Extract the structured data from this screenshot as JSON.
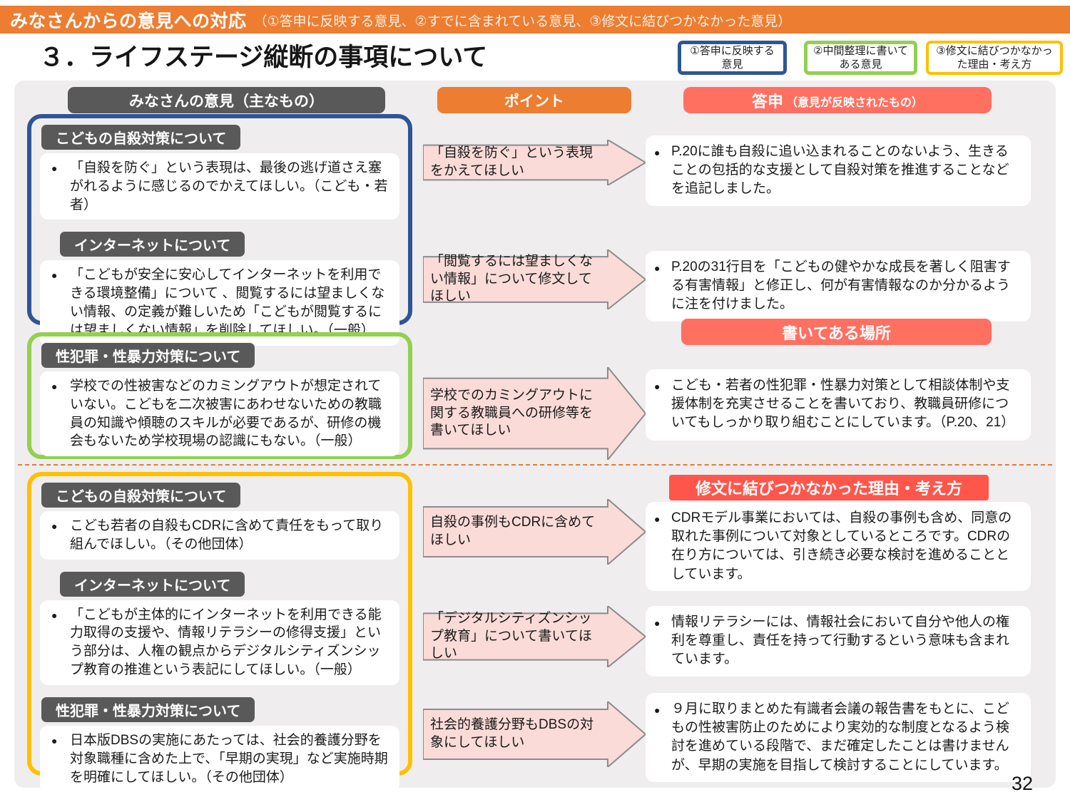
{
  "banner": {
    "title": "みなさんからの意見への対応",
    "subtitle": "（①答申に反映する意見、②すでに含まれている意見、③修文に結びつかなかった意見）"
  },
  "page_title": "３．ライフステージ縦断の事項について",
  "legend": [
    {
      "label": "①答申に反映する意見",
      "color": "#2F5597"
    },
    {
      "label": "②中間整理に書いてある意見",
      "color": "#92D050"
    },
    {
      "label": "③修文に結びつかなかった理由・考え方",
      "color": "#FFC000"
    }
  ],
  "columns": {
    "opinions_header": "みなさんの意見（主なもの）",
    "points_header": "ポイント",
    "reply_header_main": "答申",
    "reply_header_sub": "（意見が反映されたもの）"
  },
  "opinion_groups": [
    {
      "border_color": "#2F5597",
      "sections": [
        {
          "label": "こどもの自殺対策について",
          "text": "「自殺を防ぐ」という表現は、最後の逃げ道さえ塞がれるように感じるのでかえてほしい。（こども・若者）"
        },
        {
          "label": "インターネットについて",
          "text": "「こどもが安全に安心してインターネットを利用できる環境整備」について 、閲覧するには望ましくない情報、の定義が難しいため「こどもが閲覧するには望ましくない情報」を削除してほしい。（一般）"
        }
      ]
    },
    {
      "border_color": "#92D050",
      "sections": [
        {
          "label": "性犯罪・性暴力対策について",
          "text": "学校での性被害などのカミングアウトが想定されていない。こどもを二次被害にあわせないための教職員の知識や傾聴のスキルが必要であるが、研修の機会もないため学校現場の認識にもない。（一般）"
        }
      ]
    },
    {
      "border_color": "#FFC000",
      "sections": [
        {
          "label": "こどもの自殺対策について",
          "text": "こども若者の自殺もCDRに含めて責任をもって取り組んでほしい。（その他団体）"
        },
        {
          "label": "インターネットについて",
          "text": "「こどもが主体的にインターネットを利用できる能力取得の支援や、情報リテラシーの修得支援」という部分は、人権の観点からデジタルシティズンシップ教育の推進という表記にしてほしい。（一般）"
        },
        {
          "label": "性犯罪・性暴力対策について",
          "text": "日本版DBSの実施にあたっては、社会的養護分野を対象職種に含めた上で、「早期の実現」など実施時期を明確にしてほしい。（その他団体）"
        }
      ]
    }
  ],
  "arrows": [
    "「自殺を防ぐ」という表現をかえてほしい",
    "「閲覧するには望ましくない情報」について修文してほしい",
    "学校でのカミングアウトに関する教職員への研修等を書いてほしい",
    "自殺の事例もCDRに含めてほしい",
    "「デジタルシティズンシップ教育」について書いてほしい",
    "社会的養護分野もDBSの対象にしてほしい"
  ],
  "responses": [
    "P.20に誰も自殺に追い込まれることのないよう、生きることの包括的な支援として自殺対策を推進することなどを追記しました。",
    "P.20の31行目を「こどもの健やかな成長を著しく阻害する有害情報」と修正し、何が有害情報なのか分かるように注を付けました。",
    "こども・若者の性犯罪・性暴力対策として相談体制や支援体制を充実させることを書いており、教職員研修についてもしっかり取り組むことにしています。（P.20、21）",
    "CDRモデル事業においては、自殺の事例も含め、同意の取れた事例について対象としているところです。CDRの在り方については、引き続き必要な検討を進めることとしています。",
    "情報リテラシーには、情報社会において自分や他人の権利を尊重し、責任を持って行動するという意味も含まれています。",
    "９月に取りまとめた有識者会議の報告書をもとに、こどもの性被害防止のためにより実効的な制度となるよう検討を進めている段階で、まだ確定したことは書けませんが、早期の実施を目指して検討することにしています。"
  ],
  "section_headers": {
    "written_place": "書いてある場所",
    "not_revised_reason": "修文に結びつかなかった理由・考え方"
  },
  "colors": {
    "banner_orange": "#ED7D31",
    "reply_red": "#FF7061",
    "label_gray": "#595959",
    "blue_border": "#2F5597",
    "green_border": "#92D050",
    "yellow_border": "#FFC000",
    "arrow_pink": "#FADBD8"
  },
  "page_number": "32"
}
